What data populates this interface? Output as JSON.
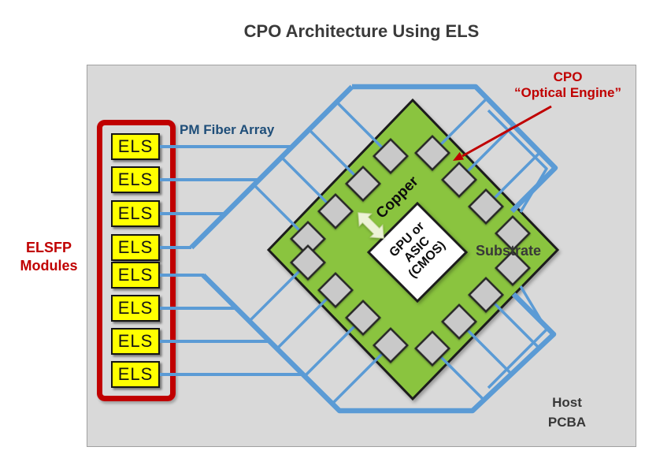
{
  "title": "CPO Architecture Using ELS",
  "labels": {
    "pm_fiber_array": "PM Fiber Array",
    "elsfp": [
      "ELSFP",
      "Modules"
    ],
    "cpo": [
      "CPO",
      "“Optical Engine”"
    ],
    "copper": "Copper",
    "substrate": "Substrate",
    "host": [
      "Host",
      "PCBA"
    ],
    "gpu": [
      "GPU or",
      "ASIC",
      "(CMOS)"
    ]
  },
  "modules": [
    {
      "label": "ELS"
    },
    {
      "label": "ELS"
    },
    {
      "label": "ELS"
    },
    {
      "label": "ELS"
    },
    {
      "label": "ELS"
    },
    {
      "label": "ELS"
    },
    {
      "label": "ELS"
    },
    {
      "label": "ELS"
    }
  ],
  "colors": {
    "fiber_blue": "#5B9BD5",
    "substrate_green": "#8AC43F",
    "chip_gray": "#C9C9C9",
    "outline_dark": "#1C1C1C",
    "accent_red": "#C00000",
    "module_yellow": "#FFFF00",
    "panel_gray": "#D9D9D9",
    "label_blue": "#1F4E79",
    "ink": "#3A3A3A",
    "arrow_pale": "#ECF3D6"
  }
}
